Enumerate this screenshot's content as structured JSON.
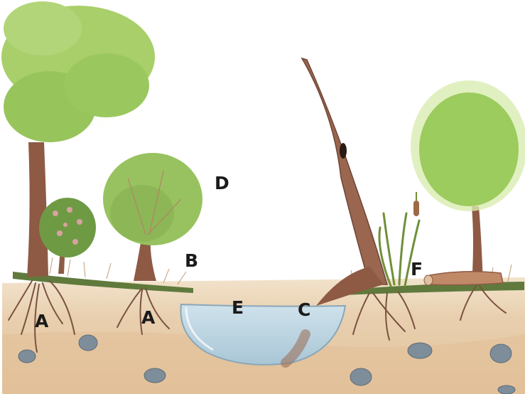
{
  "labels": {
    "a_left": "A",
    "a_right": "A",
    "b": "B",
    "c": "C",
    "d": "D",
    "e": "E",
    "f": "F"
  },
  "colors": {
    "frame_accent": "#23a6dc",
    "soil": "#e9d2b2",
    "grass": "#5f7a3c",
    "water": "#b9d4e2",
    "trunk": "#8e5a44",
    "foliage": "#8dbd52"
  }
}
